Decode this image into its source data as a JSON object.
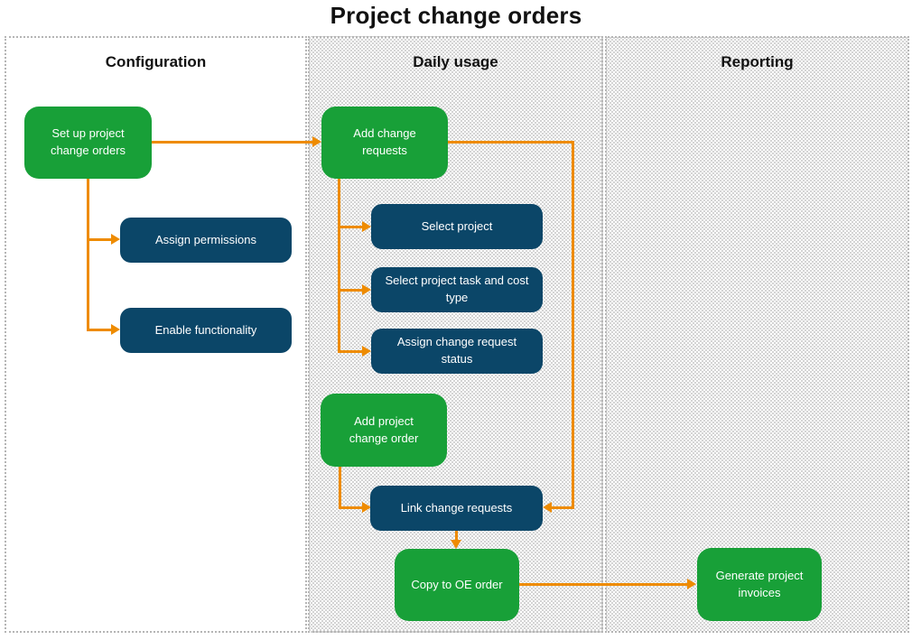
{
  "title": "Project change orders",
  "panels": [
    {
      "title": "Configuration"
    },
    {
      "title": "Daily usage"
    },
    {
      "title": "Reporting"
    }
  ],
  "nodes": {
    "setup": {
      "label": "Set up project change orders",
      "column": "Configuration",
      "style": "green"
    },
    "assign_permissions": {
      "label": "Assign permissions",
      "column": "Configuration",
      "style": "navy"
    },
    "enable_functionality": {
      "label": "Enable functionality",
      "column": "Configuration",
      "style": "navy"
    },
    "add_change_requests": {
      "label": "Add change requests",
      "column": "Daily usage",
      "style": "green"
    },
    "select_project": {
      "label": "Select project",
      "column": "Daily usage",
      "style": "navy"
    },
    "select_task_cost": {
      "label": "Select project task and cost type",
      "column": "Daily usage",
      "style": "navy"
    },
    "assign_status": {
      "label": "Assign change request status",
      "column": "Daily usage",
      "style": "navy"
    },
    "add_pco": {
      "label": "Add project change order",
      "column": "Daily usage",
      "style": "green"
    },
    "link_cr": {
      "label": "Link change requests",
      "column": "Daily usage",
      "style": "navy"
    },
    "copy_oe": {
      "label": "Copy to OE order",
      "column": "Daily usage",
      "style": "green"
    },
    "gen_invoices": {
      "label": "Generate project invoices",
      "column": "Reporting",
      "style": "green"
    }
  },
  "edges": [
    {
      "from": "setup",
      "to": "add_change_requests"
    },
    {
      "from": "setup",
      "to": "assign_permissions"
    },
    {
      "from": "setup",
      "to": "enable_functionality"
    },
    {
      "from": "add_change_requests",
      "to": "select_project"
    },
    {
      "from": "add_change_requests",
      "to": "select_task_cost"
    },
    {
      "from": "add_change_requests",
      "to": "assign_status"
    },
    {
      "from": "add_change_requests",
      "to": "link_cr"
    },
    {
      "from": "add_pco",
      "to": "link_cr"
    },
    {
      "from": "link_cr",
      "to": "copy_oe"
    },
    {
      "from": "copy_oe",
      "to": "gen_invoices"
    }
  ],
  "colors": {
    "green": "#18A038",
    "navy": "#0B4668",
    "orange": "#EE8B00",
    "panel-border": "#b5b5b5",
    "dot": "#cfcfcf",
    "title-text": "#111111",
    "node-text": "#ffffff"
  }
}
